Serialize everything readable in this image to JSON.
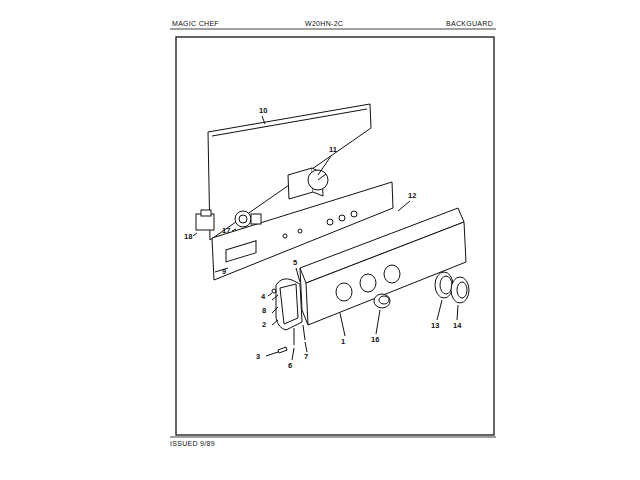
{
  "diagram": {
    "labels": [
      "MAGIC CHEF",
      "W20HN-2C",
      "BACKGUARD",
      "ISSUED 9/89",
      "10",
      "11",
      "12",
      "18",
      "17",
      "9",
      "5",
      "4",
      "8",
      "2",
      "3",
      "6",
      "7",
      "1",
      "16",
      "13",
      "14"
    ]
  }
}
